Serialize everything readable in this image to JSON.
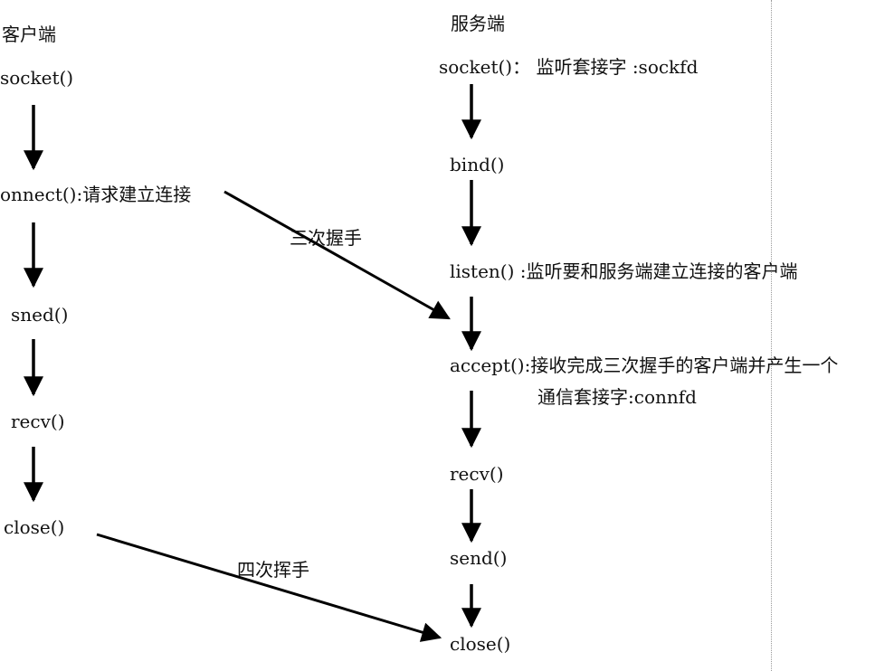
{
  "client": {
    "header": "客户端",
    "steps": {
      "socket": "socket()",
      "connect": "onnect():请求建立连接",
      "sned": "sned()",
      "recv": "recv()",
      "close": "close()"
    }
  },
  "server": {
    "header": "服务端",
    "steps": {
      "socket": "socket()： 监听套接字 :sockfd",
      "bind": "bind()",
      "listen": "listen() :监听要和服务端建立连接的客户端",
      "accept_line1": "accept():接收完成三次握手的客户端并产生一个",
      "accept_line2": "通信套接字:connfd",
      "recv": "recv()",
      "send": "send()",
      "close": "close()"
    }
  },
  "links": {
    "handshake": "三次握手",
    "wave": "四次挥手"
  }
}
